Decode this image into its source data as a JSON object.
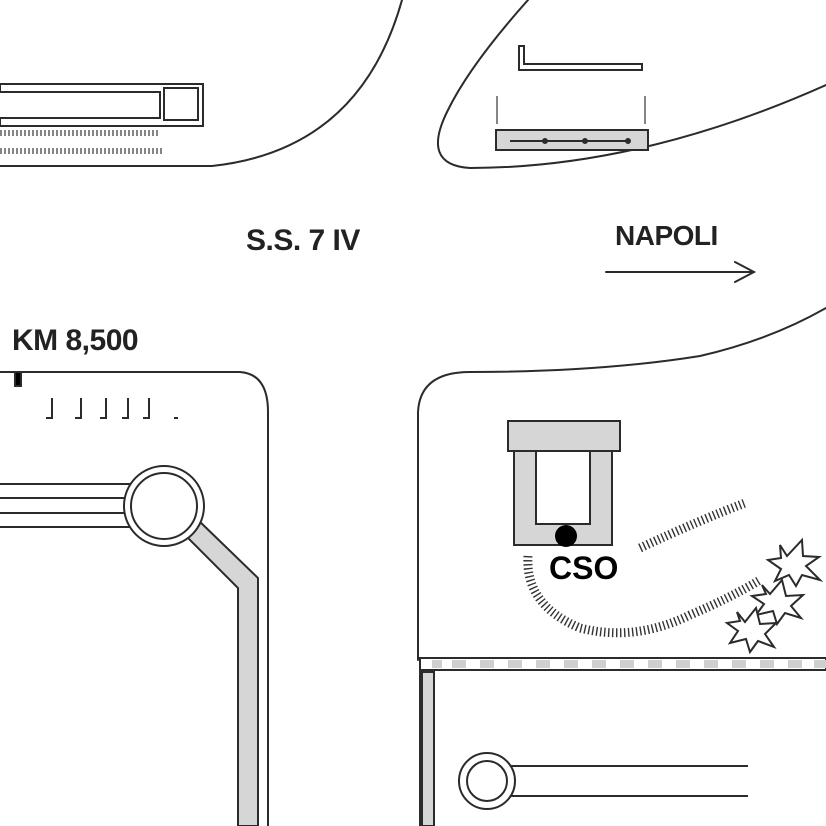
{
  "labels": {
    "road_name": "S.S. 7 IV",
    "direction": "NAPOLI",
    "km_marker": "KM 8,500",
    "site_code": "CSO"
  },
  "colors": {
    "line": "#2b2b2b",
    "fill_gray": "#d6d6d6",
    "marker": "#000000",
    "background": "#ffffff"
  }
}
